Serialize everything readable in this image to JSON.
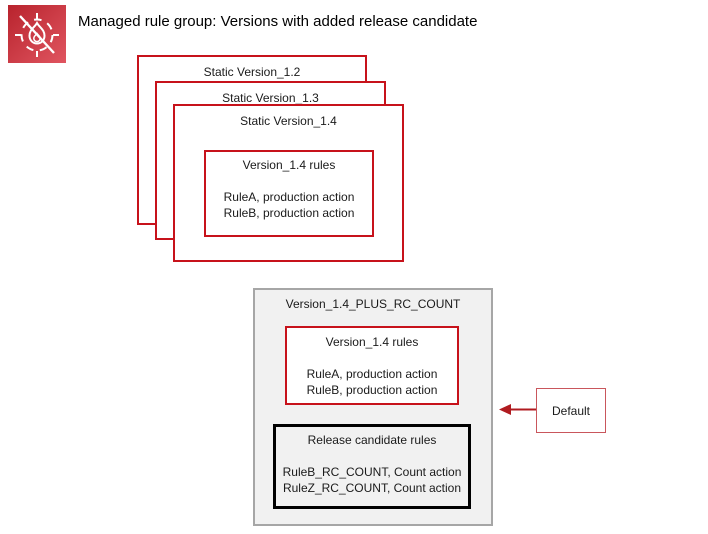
{
  "colors": {
    "red_border": "#c7121b",
    "arrow_red": "#b01b20",
    "default_border": "#c9565c",
    "gray_border": "#a6a6a6",
    "gray_fill": "#f1f1f1",
    "black_border": "#000000",
    "text": "#1a1a1a",
    "icon_grad_start": "#b8232d",
    "icon_grad_end": "#e05560"
  },
  "header": {
    "title": "Managed rule group: Versions with added release candidate",
    "icon": "aws-waf-icon"
  },
  "version_stack": {
    "boxes": [
      {
        "label": "Static Version_1.2"
      },
      {
        "label": "Static Version_1.3"
      },
      {
        "label": "Static Version_1.4"
      }
    ],
    "rules_box": {
      "title": "Version_1.4 rules",
      "rules": [
        "RuleA, production action",
        "RuleB, production action"
      ]
    }
  },
  "rc_group": {
    "title": "Version_1.4_PLUS_RC_COUNT",
    "version_rules_box": {
      "title": "Version_1.4 rules",
      "rules": [
        "RuleA, production action",
        "RuleB, production action"
      ]
    },
    "release_candidate_box": {
      "title": "Release candidate rules",
      "rules": [
        "RuleB_RC_COUNT, Count action",
        "RuleZ_RC_COUNT, Count action"
      ]
    }
  },
  "default_pointer": {
    "label": "Default"
  }
}
